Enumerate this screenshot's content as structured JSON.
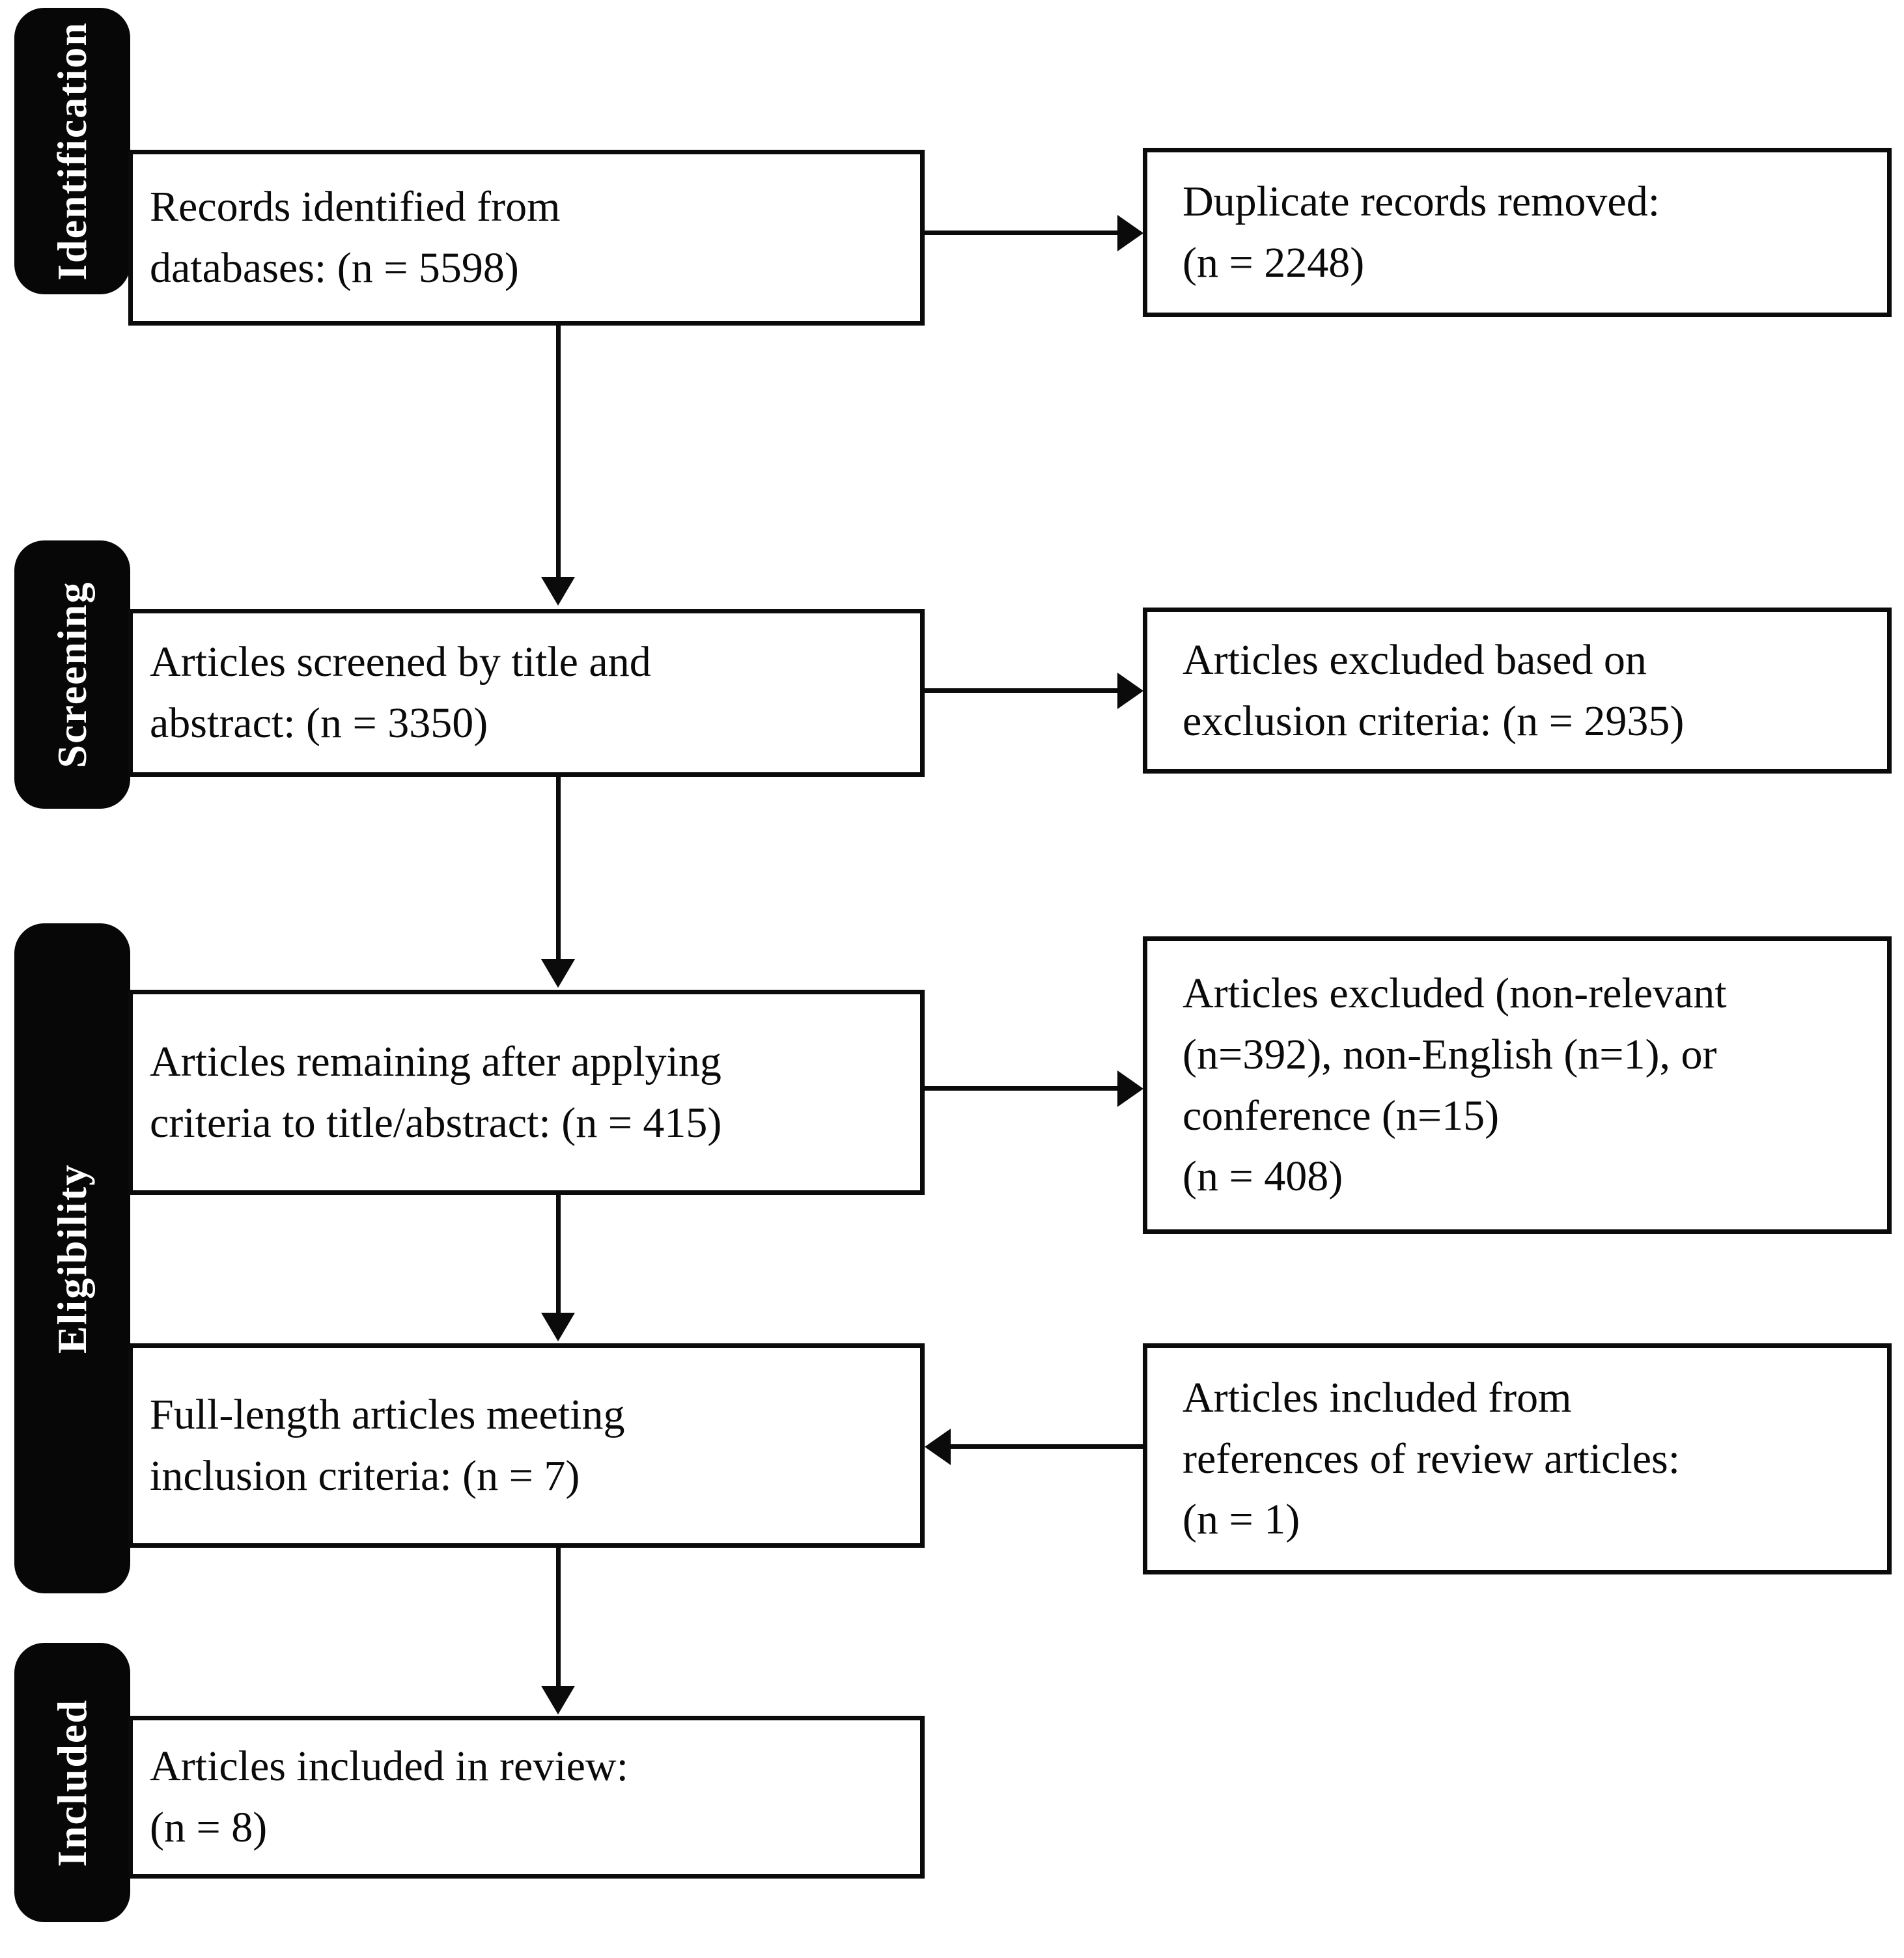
{
  "figure": {
    "kind": "PRISMA systematic review flow diagram",
    "background": "#ffffff",
    "box_border_color": "#0b0b0b",
    "stage_fill": "#070707",
    "stage_text_color": "#ffffff",
    "arrow_color": "#0b0b0b"
  },
  "stages": [
    {
      "label": "Identification"
    },
    {
      "label": "Screening"
    },
    {
      "label": "Eligibility"
    },
    {
      "label": "Included"
    }
  ],
  "boxes": {
    "main": [
      {
        "text": "Records identified from\ndatabases: (n = 5598)"
      },
      {
        "text": "Articles screened by title and\nabstract: (n = 3350)"
      },
      {
        "text": "Articles remaining after applying\ncriteria to title/abstract: (n = 415)"
      },
      {
        "text": "Full-length articles meeting\ninclusion criteria: (n = 7)"
      },
      {
        "text": "Articles included in review:\n(n = 8)"
      }
    ],
    "side": [
      {
        "text": "Duplicate records removed:\n(n = 2248)"
      },
      {
        "text": "Articles excluded based on\nexclusion criteria: (n = 2935)"
      },
      {
        "text": "Articles excluded (non-relevant\n(n=392), non-English (n=1), or\nconference (n=15)\n(n = 408)"
      },
      {
        "text": "Articles included from\nreferences of review articles:\n(n = 1)"
      }
    ]
  },
  "connections": [
    {
      "from": "records-identified",
      "to": "duplicate-records-removed",
      "direction": "right"
    },
    {
      "from": "records-identified",
      "to": "articles-screened",
      "direction": "down"
    },
    {
      "from": "articles-screened",
      "to": "excluded-exclusion-criteria",
      "direction": "right"
    },
    {
      "from": "articles-screened",
      "to": "articles-remaining",
      "direction": "down"
    },
    {
      "from": "articles-remaining",
      "to": "excluded-nonrelevant",
      "direction": "right"
    },
    {
      "from": "articles-remaining",
      "to": "full-length-articles",
      "direction": "down"
    },
    {
      "from": "included-from-references",
      "to": "full-length-articles",
      "direction": "left"
    },
    {
      "from": "full-length-articles",
      "to": "included-in-review",
      "direction": "down"
    }
  ]
}
